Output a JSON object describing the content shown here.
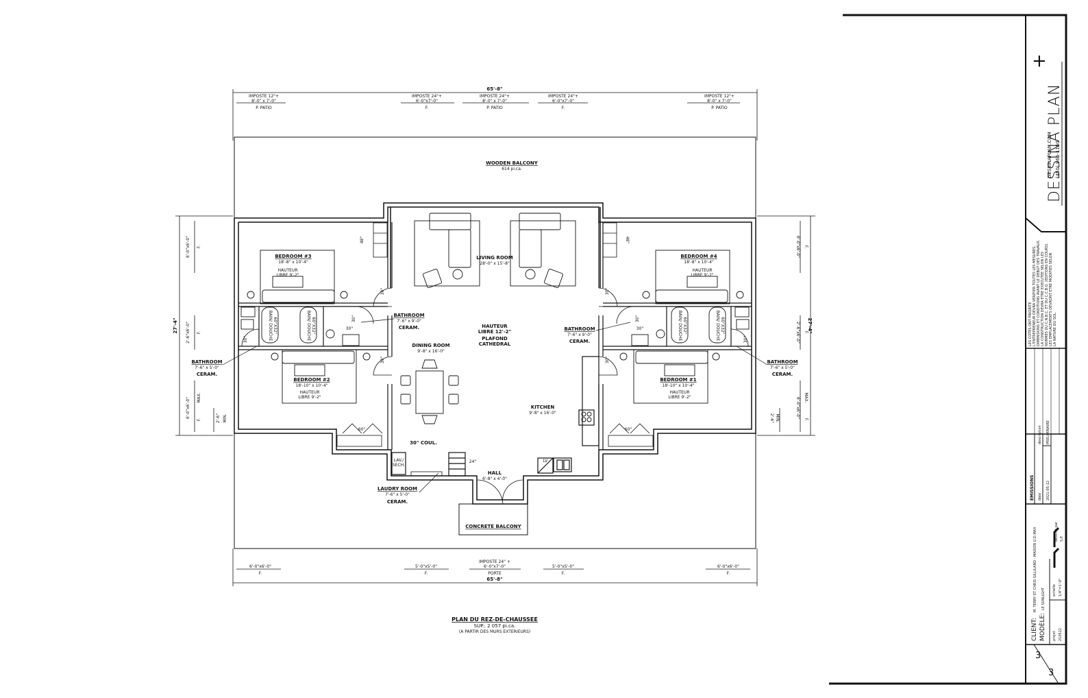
{
  "plan": {
    "overall_top": "65'-8\"",
    "overall_bottom": "65'-8\"",
    "overall_side_left": "27'-4\"",
    "overall_side_right": "27'-4\"",
    "top_openings": [
      {
        "l1": "IMPOSTE 12\"+",
        "l2": "8'-0\" x 7'-0\"",
        "l3": "P. PATIO"
      },
      {
        "l1": "IMPOSTE 24\"+",
        "l2": "6'-0\"x7'-0\"",
        "l3": "F."
      },
      {
        "l1": "IMPOSTE 24\"+",
        "l2": "8'-0\" x 7'-0\"",
        "l3": "P. PATIO"
      },
      {
        "l1": "IMPOSTE 24\"+",
        "l2": "6'-0\"x7'-0\"",
        "l3": "F."
      },
      {
        "l1": "IMPOSTE 12\"+",
        "l2": "8'-0\" x 7'-0\"",
        "l3": "P. PATIO"
      }
    ],
    "bottom_openings": [
      {
        "l1": "6'-0\"x6'-0\"",
        "l2": "F."
      },
      {
        "l1": "5'-0\"x5'-0\"",
        "l2": "F."
      },
      {
        "l0": "IMPOSTE 24\" +",
        "l1": "6'-0\"x7'-0\"",
        "l2": "PORTE"
      },
      {
        "l1": "5'-0\"x5'-0\"",
        "l2": "F."
      },
      {
        "l1": "6'-0\"x6'-0\"",
        "l2": "F."
      }
    ],
    "side_left": {
      "a": "6'-0\"x6'-0\"",
      "b": "F.",
      "c": "2'-6\"x6'-0\"",
      "d": "F.",
      "e": "6'-0\"x6'-0\"",
      "f": "F.",
      "g": "MAX.",
      "h": "2'-6\"",
      "i": "MIN."
    },
    "side_right": {
      "a": "6'-0\"x6'-0\"",
      "b": "F.",
      "c": "2'-6\"x6'-0\"",
      "d": "F.",
      "e": "6'-0\"x6'-0\"",
      "f": "F.",
      "g": "MAX.",
      "h": "2'-6\"",
      "i": "MIN."
    },
    "wooden_balcony": {
      "name": "WOODEN BALCONY",
      "area": "614 pi.ca."
    },
    "living_room": {
      "name": "LIVING ROOM",
      "dim": "28'-0\" x 15'-8\""
    },
    "dining_room": {
      "name": "DINING ROOM",
      "dim": "9'-8\" x 16'-0\""
    },
    "kitchen": {
      "name": "KITCHEN",
      "dim": "9'-8\" x 16'-0\""
    },
    "hall": {
      "name": "HALL",
      "dim": "6'-8\" x 4'-0\""
    },
    "laundry": {
      "name": "LAUDRY ROOM",
      "dim": "7'-6\" x 5'-0\"",
      "finish": "CERAM.",
      "tag1": "LAV./",
      "tag2": "SECH."
    },
    "concrete_balcony": "CONCRETE BALCONY",
    "ceiling": {
      "l1": "HAUTEUR",
      "l2": "LIBRE 12'-2\"",
      "l3": "PLAFOND",
      "l4": "CATHEDRAL"
    },
    "bedroom3": {
      "name": "BEDROOM #3",
      "dim": "18'-8\" x 10'-4\"",
      "h1": "HAUTEUR",
      "h2": "LIBRE 9'-2\""
    },
    "bedroom4": {
      "name": "BEDROOM #4",
      "dim": "18'-8\" x 10'-4\"",
      "h1": "HAUTEUR",
      "h2": "LIBRE 9'-2\""
    },
    "bedroom2": {
      "name": "BEDROOM #2",
      "dim": "18'-10\" x 10'-4\"",
      "h1": "HAUTEUR",
      "h2": "LIBRE 9'-2\""
    },
    "bedroom1": {
      "name": "BEDROOM #1",
      "dim": "18'-10\" x 10'-4\"",
      "h1": "HAUTEUR",
      "h2": "LIBRE 9'-2\""
    },
    "bath_center_left": {
      "name": "BATHROOM",
      "dim": "7'-6\" x 9'-0\"",
      "finish": "CERAM."
    },
    "bath_center_right": {
      "name": "BATHROOM",
      "dim": "7'-6\" x 9'-0\"",
      "finish": "CERAM."
    },
    "bath_outer_left": {
      "name": "BATHROOM",
      "dim": "7'-6\" x 5'-0\"",
      "finish": "CERAM."
    },
    "bath_outer_right": {
      "name": "BATHROOM",
      "dim": "7'-6\" x 5'-0\"",
      "finish": "CERAM."
    },
    "tub": {
      "l1": "BAIN/ DOUCHE",
      "l2": "60\"X32\""
    },
    "door30": "30\"",
    "door48": "48\"",
    "door60": "60\"",
    "closet": "30\" COUL.",
    "stair": "24\"",
    "lv": "LV",
    "title": {
      "l1": "PLAN DU REZ-DE-CHAUSSEE",
      "l2": "SUP.: 2 057 pi.ca.",
      "l3": "(A PARTIR DES MURS EXTERIEURS)"
    }
  },
  "titleblock": {
    "brand": "DESSINA PLAN",
    "plus": "+",
    "site": "DESSINAPLAN.COM",
    "phone": "(450) 965-1150",
    "notes": [
      "LES COTES ONT PRIORITE",
      "L'ENTREPRENEUR DEVRA VERIFIER TOUTES LES MESURES,",
      "DIMENSIONS ET CONDITIONS AVANT LE DEBUT DES TRAVAUX.",
      "LA CONSTRUCTION DEVRA ETRE EXECUTEE SELON LES",
      "NORMES DU C.N.B.C. ET DU C.C.B.Q. (EDITIONS EN COURS).",
      "LES EMPLACEMENTS DEVRONT ETRE MODIFIES SELON",
      "LA NATURE DU SOL."
    ],
    "emissions": "EMISSIONS",
    "col_date": "date",
    "col_desc": "description",
    "row_date": "2021-05-12",
    "row_desc": "PRELIMINAIRE",
    "client_label": "CLIENT:",
    "client": "M. TERRY ET CHRIS GILLILAND - MAISON U.D.MAX",
    "modele_label": "MODÈLE:",
    "modele": "LE SUNLIGHT",
    "projet_label": "projet",
    "projet": "210522",
    "echelle_label": "echelle",
    "echelle": "1/4\"=1'-0\"",
    "dessine_label": "dessiné par",
    "dessine": "S.P.",
    "page": "3",
    "pages": "3"
  }
}
